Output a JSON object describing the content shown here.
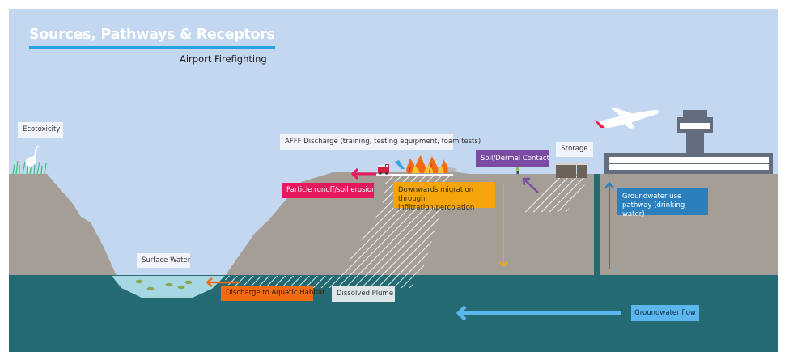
{
  "header": {
    "title": "Sources, Pathways & Receptors",
    "subtitle": "Airport Firefighting"
  },
  "labels": {
    "ecotoxicity": "Ecotoxicity",
    "afff_discharge": "AFFF Discharge (training, testing equipment, foam tests)",
    "particle_runoff": "Particle runoff/soil erosion",
    "downwards_migration": "Downwards migration through infiltration/percolation",
    "soil_dermal_contact": "Soil/Dermal Contact",
    "storage": "Storage",
    "groundwater_use": "Groundwater use pathway (drinking water)",
    "surface_water": "Surface Water",
    "discharge_aquatic": "Discharge to Aquatic Habitat",
    "dissolved_plume": "Dissolved Plume",
    "groundwater_flow": "Groundwater flow"
  },
  "colors": {
    "sky": "#c3d7f1",
    "soil": "#a59e96",
    "groundwater": "#246a72",
    "surface_water": "#a7d7e2",
    "title_rule": "#29a3e0",
    "particle_runoff": "#e8185f",
    "downwards_migration": "#f5a50a",
    "soil_dermal_contact": "#7b4ba3",
    "groundwater_use": "#2b7fbd",
    "discharge_aquatic": "#f26a11",
    "groundwater_flow": "#5bb7ee",
    "airport_building": "#636d7e"
  },
  "icons": [
    "egret-icon",
    "grass-icon",
    "fire-truck-icon",
    "burning-aircraft-icon",
    "fire-icon",
    "person-icon",
    "storage-tanks-icon",
    "airplane-icon",
    "control-tower-icon",
    "terminal-building-icon",
    "well-icon",
    "fish-icon"
  ]
}
